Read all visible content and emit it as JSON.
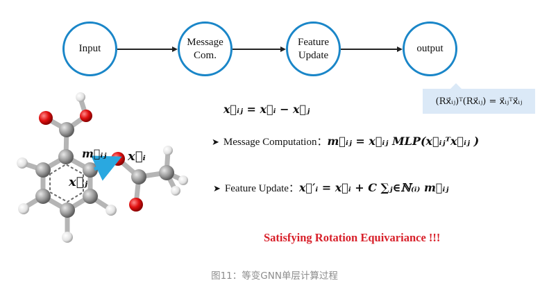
{
  "flow": {
    "nodes": [
      {
        "label": "Input"
      },
      {
        "label": "Message\nCom."
      },
      {
        "label": "Feature\nUpdate"
      },
      {
        "label": "output"
      }
    ]
  },
  "equations": {
    "relative_position": "x⃗ᵢⱼ = x⃗ᵢ − x⃗ⱼ",
    "message_label": "Message Computation：",
    "message_formula": "m⃗ᵢⱼ = x⃗ᵢⱼ MLP(x⃗ᵢⱼᵀx⃗ᵢⱼ )",
    "feature_label": "Feature Update：",
    "feature_formula": "x⃗′ᵢ  = x⃗ᵢ + C ∑ⱼ∈ℕ₍ᵢ₎ m⃗ᵢⱼ",
    "invariance_callout": "(Rx⃗ᵢⱼ)ᵀ(Rx⃗ᵢⱼ) = x⃗ᵢⱼᵀx⃗ᵢⱼ"
  },
  "molecule": {
    "label_message": "m⃗ᵢⱼ",
    "label_xi": "x⃗ᵢ",
    "label_xj": "x⃗ⱼ"
  },
  "conclusion": "Satisfying Rotation Equivariance !!!",
  "caption": "图11：等变GNN单层计算过程",
  "colors": {
    "node_border": "#1a86c8",
    "conclusion_text": "#d8202a",
    "callout_bg": "#dbe9f7",
    "message_arrow": "#2aa8e0"
  }
}
